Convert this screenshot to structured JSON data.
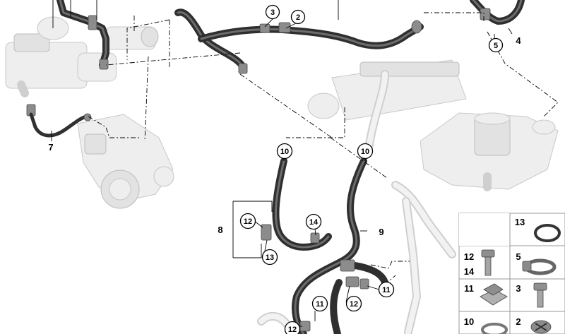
{
  "callouts": {
    "c2": "2",
    "c3": "3",
    "c5": "5",
    "c10a": "10",
    "c10b": "10",
    "c12a": "12",
    "c13": "13",
    "c14": "14",
    "c11a": "11",
    "c12b": "12",
    "c11b": "11",
    "c12c": "12"
  },
  "labels": {
    "l4": "4",
    "l7": "7",
    "l8": "8",
    "l9": "9"
  },
  "parts_table": {
    "r1_right": "13",
    "r2_left_top": "12",
    "r2_left_bottom": "14",
    "r2_right": "5",
    "r3_left": "11",
    "r3_right": "3",
    "r4_left": "10",
    "r4_right": "2"
  }
}
